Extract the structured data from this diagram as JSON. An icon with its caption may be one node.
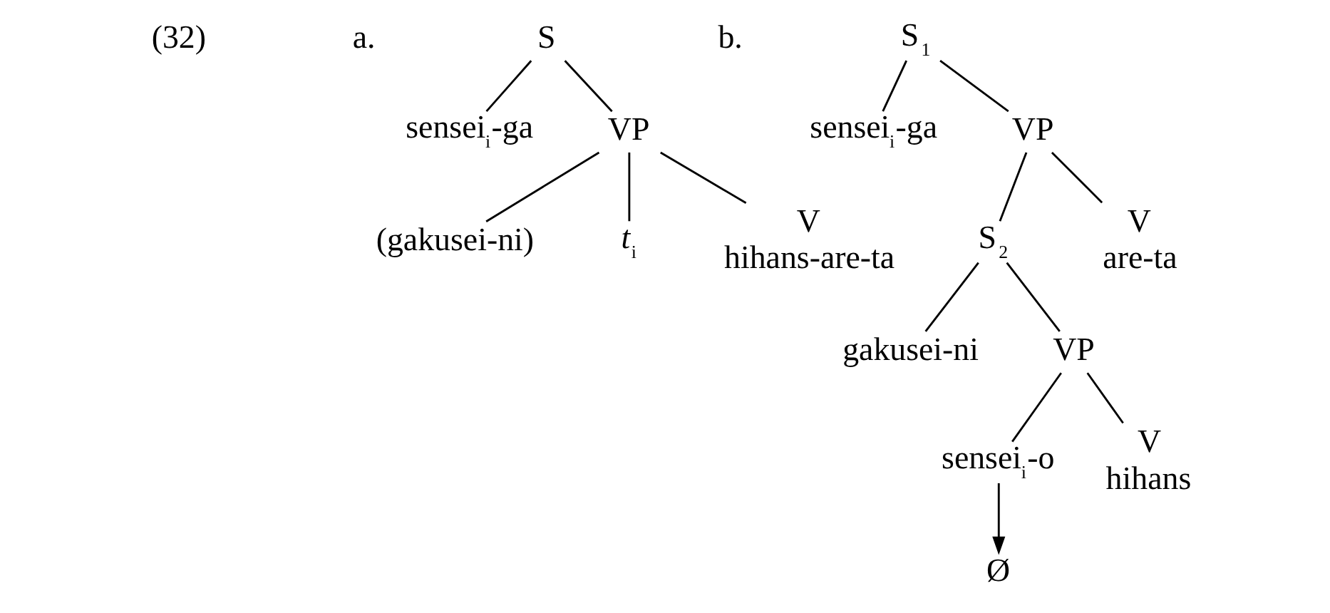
{
  "diagram": {
    "nodes": [
      {
        "text": [
          "S"
        ]
      },
      {
        "text": [
          "sensei$_{i}$-ga"
        ]
      },
      {
        "text": [
          "VP"
        ]
      },
      {
        "text": [
          "(gakusei-ni)"
        ]
      },
      {
        "text": [
          "*t*$_{i}$"
        ]
      },
      {
        "text": [
          "V",
          "hihans-are-ta"
        ]
      },
      {
        "text": [
          "S$_{1}$"
        ]
      },
      {
        "text": [
          "sensei$_{i}$-ga"
        ]
      },
      {
        "text": [
          "VP"
        ]
      },
      {
        "text": [
          "S$_{2}$"
        ]
      },
      {
        "text": [
          "V",
          "are-ta"
        ]
      },
      {
        "text": [
          "gakusei-ni"
        ]
      },
      {
        "text": [
          "VP"
        ]
      },
      {
        "text": [
          "sensei$_{i}$-o"
        ]
      },
      {
        "text": [
          "V",
          "hihans"
        ]
      },
      {
        "text": [
          "Ø"
        ]
      }
    ],
    "edges": [
      {
        "from": 0,
        "to": 1,
        "arrow": "none"
      },
      {
        "from": 0,
        "to": 2,
        "arrow": "none"
      },
      {
        "from": 2,
        "to": 3,
        "arrow": "none"
      },
      {
        "from": 2,
        "to": 4,
        "arrow": "none"
      },
      {
        "from": 2,
        "to": 5,
        "arrow": "none"
      },
      {
        "from": 6,
        "to": 7,
        "arrow": "none"
      },
      {
        "from": 6,
        "to": 8,
        "arrow": "none"
      },
      {
        "from": 8,
        "to": 9,
        "arrow": "none"
      },
      {
        "from": 8,
        "to": 10,
        "arrow": "none"
      },
      {
        "from": 9,
        "to": 11,
        "arrow": "none"
      },
      {
        "from": 9,
        "to": 12,
        "arrow": "none"
      },
      {
        "from": 12,
        "to": 13,
        "arrow": "none"
      },
      {
        "from": 12,
        "to": 14,
        "arrow": "none"
      },
      {
        "from": 13,
        "to": 15,
        "arrow": "to"
      }
    ],
    "labels": [
      "(32)",
      "a.",
      "b."
    ]
  }
}
